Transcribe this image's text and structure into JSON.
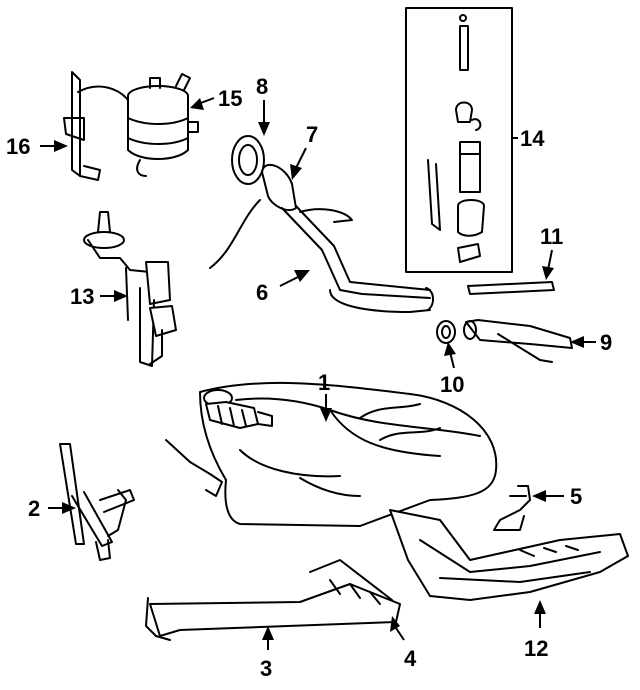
{
  "callouts": [
    "1",
    "2",
    "3",
    "4",
    "5",
    "6",
    "7",
    "8",
    "9",
    "10",
    "11",
    "12",
    "13",
    "14",
    "15",
    "16"
  ],
  "parts": [
    "fuel-tank",
    "strap-left",
    "support-bracket",
    "support-bracket-front",
    "clip-bracket",
    "filler-pipe",
    "filler-neck",
    "fuel-cap",
    "vent-hose",
    "grommet",
    "vent-tube",
    "heat-shield",
    "sending-unit",
    "fuel-pump-kit",
    "vapor-canister",
    "canister-bracket"
  ]
}
